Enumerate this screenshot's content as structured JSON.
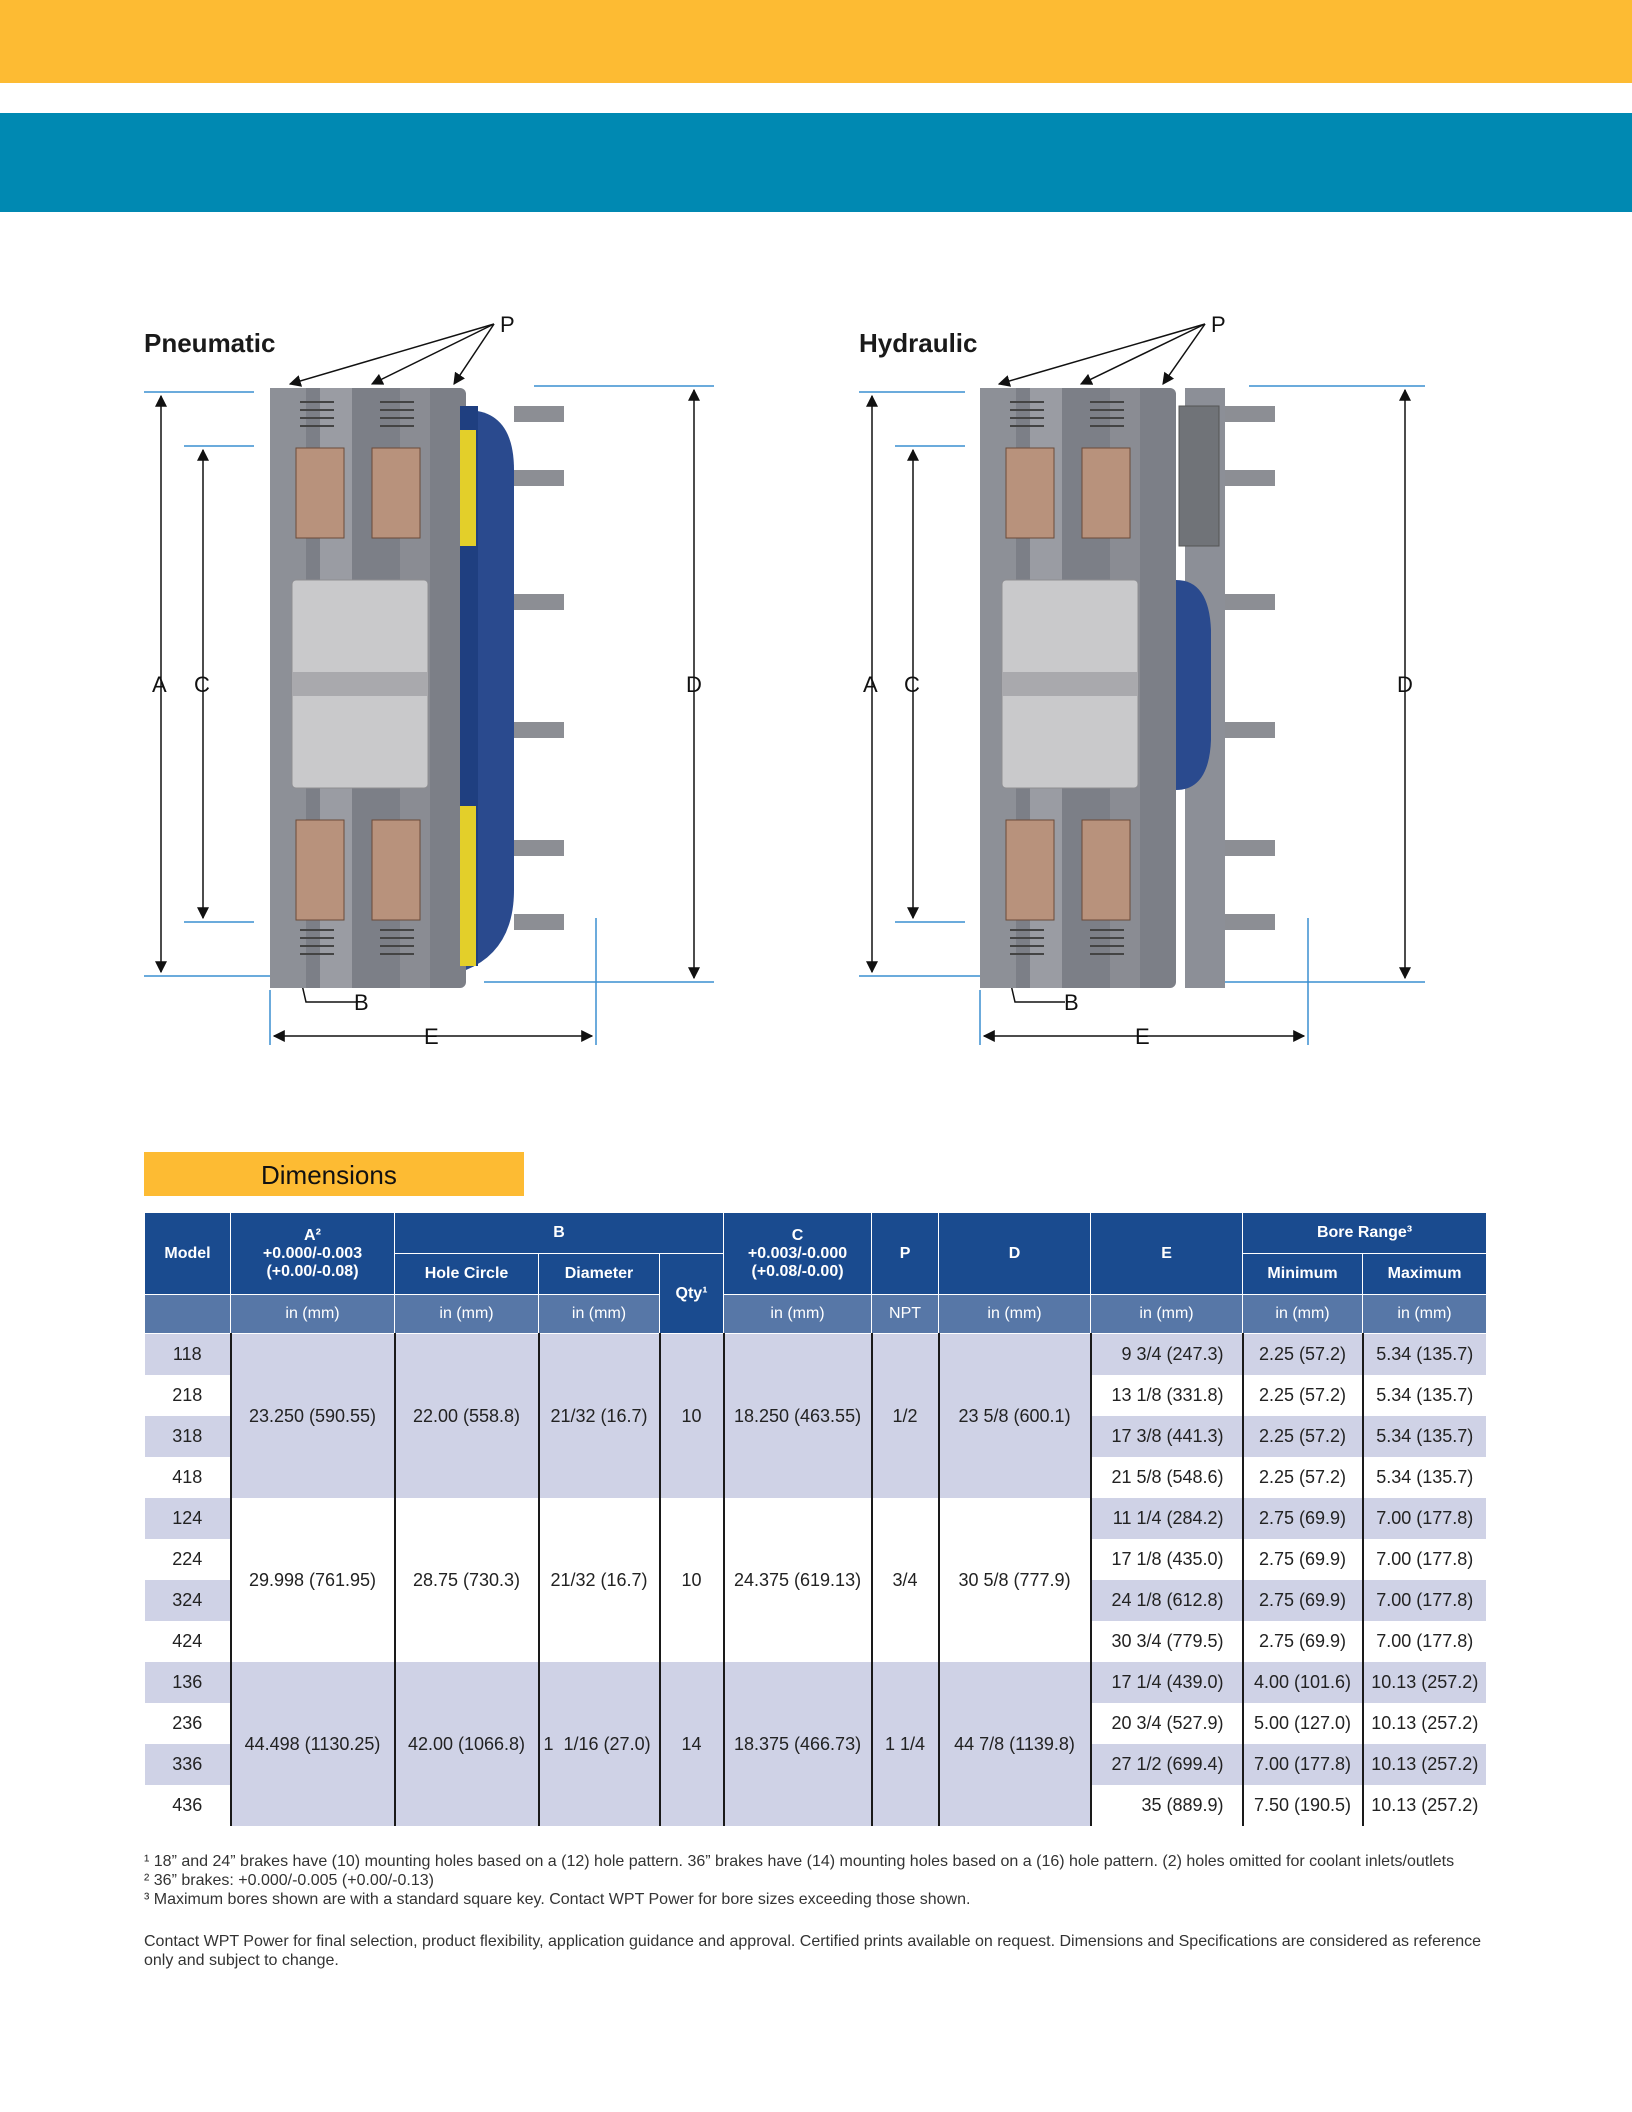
{
  "drawings": {
    "pneumatic": {
      "title": "Pneumatic"
    },
    "hydraulic": {
      "title": "Hydraulic"
    },
    "labels": {
      "p": "P",
      "a": "A",
      "b": "B",
      "c": "C",
      "d": "D",
      "e": "E"
    }
  },
  "dimensions_heading": "Dimensions",
  "table": {
    "headers": {
      "model": "Model",
      "a_title": "A²",
      "a_tol1": "+0.000/-0.003",
      "a_tol2": "(+0.00/-0.08)",
      "b": "B",
      "hole_circle": "Hole Circle",
      "diameter": "Diameter",
      "qty": "Qty¹",
      "c_title": "C",
      "c_tol1": "+0.003/-0.000",
      "c_tol2": "(+0.08/-0.00)",
      "p": "P",
      "d": "D",
      "e": "E",
      "bore_range": "Bore Range³",
      "minimum": "Minimum",
      "maximum": "Maximum"
    },
    "units": {
      "a": "in (mm)",
      "hole_circle": "in (mm)",
      "diameter": "in (mm)",
      "c": "in (mm)",
      "p": "NPT",
      "d": "in (mm)",
      "e": "in (mm)",
      "min": "in (mm)",
      "max": "in (mm)"
    },
    "groups": [
      {
        "a": "23.250 (590.55)",
        "hole_circle": "22.00 (558.8)",
        "diameter": "21/32 (16.7)",
        "qty": "10",
        "c": "18.250 (463.55)",
        "p": "1/2",
        "d": "23 5/8 (600.1)",
        "rows": [
          {
            "model": "118",
            "e": "9 3/4 (247.3)",
            "min": "2.25 (57.2)",
            "max": "5.34 (135.7)"
          },
          {
            "model": "218",
            "e": "13 1/8 (331.8)",
            "min": "2.25 (57.2)",
            "max": "5.34 (135.7)"
          },
          {
            "model": "318",
            "e": "17 3/8 (441.3)",
            "min": "2.25 (57.2)",
            "max": "5.34 (135.7)"
          },
          {
            "model": "418",
            "e": "21 5/8 (548.6)",
            "min": "2.25 (57.2)",
            "max": "5.34 (135.7)"
          }
        ]
      },
      {
        "a": "29.998 (761.95)",
        "hole_circle": "28.75 (730.3)",
        "diameter": "21/32 (16.7)",
        "qty": "10",
        "c": "24.375 (619.13)",
        "p": "3/4",
        "d": "30 5/8 (777.9)",
        "rows": [
          {
            "model": "124",
            "e": "11 1/4 (284.2)",
            "min": "2.75 (69.9)",
            "max": "7.00 (177.8)"
          },
          {
            "model": "224",
            "e": "17 1/8 (435.0)",
            "min": "2.75 (69.9)",
            "max": "7.00 (177.8)"
          },
          {
            "model": "324",
            "e": "24 1/8 (612.8)",
            "min": "2.75 (69.9)",
            "max": "7.00 (177.8)"
          },
          {
            "model": "424",
            "e": "30 3/4 (779.5)",
            "min": "2.75 (69.9)",
            "max": "7.00 (177.8)"
          }
        ]
      },
      {
        "a": "44.498 (1130.25)",
        "hole_circle": "42.00 (1066.8)",
        "diameter": "1  1/16 (27.0)",
        "qty": "14",
        "c": "18.375 (466.73)",
        "p": "1 1/4",
        "d": "44 7/8 (1139.8)",
        "rows": [
          {
            "model": "136",
            "e": "17 1/4 (439.0)",
            "min": "4.00 (101.6)",
            "max": "10.13 (257.2)"
          },
          {
            "model": "236",
            "e": "20 3/4 (527.9)",
            "min": "5.00 (127.0)",
            "max": "10.13 (257.2)"
          },
          {
            "model": "336",
            "e": "27 1/2 (699.4)",
            "min": "7.00 (177.8)",
            "max": "10.13 (257.2)"
          },
          {
            "model": "436",
            "e": "35 (889.9)",
            "min": "7.50 (190.5)",
            "max": "10.13 (257.2)"
          }
        ]
      }
    ]
  },
  "notes": [
    "¹ 18” and 24” brakes have (10) mounting holes based on a (12) hole pattern. 36” brakes have (14) mounting holes based on a (16) hole pattern. (2) holes omitted for coolant inlets/outlets",
    "² 36” brakes: +0.000/-0.005 (+0.00/-0.13)",
    "³ Maximum bores shown are with a standard square key. Contact WPT Power for bore sizes exceeding those shown."
  ],
  "disclaimer": "Contact WPT Power for final selection, product flexibility, application guidance and approval. Certified prints available on request. Dimensions and Specifications are considered as reference only and subject to change.",
  "colors": {
    "yellow": "#fdbb33",
    "blue_band": "#0089b2",
    "table_header": "#1a4b8f",
    "units_row": "#5777a7",
    "shade_row": "#cfd2e6"
  }
}
